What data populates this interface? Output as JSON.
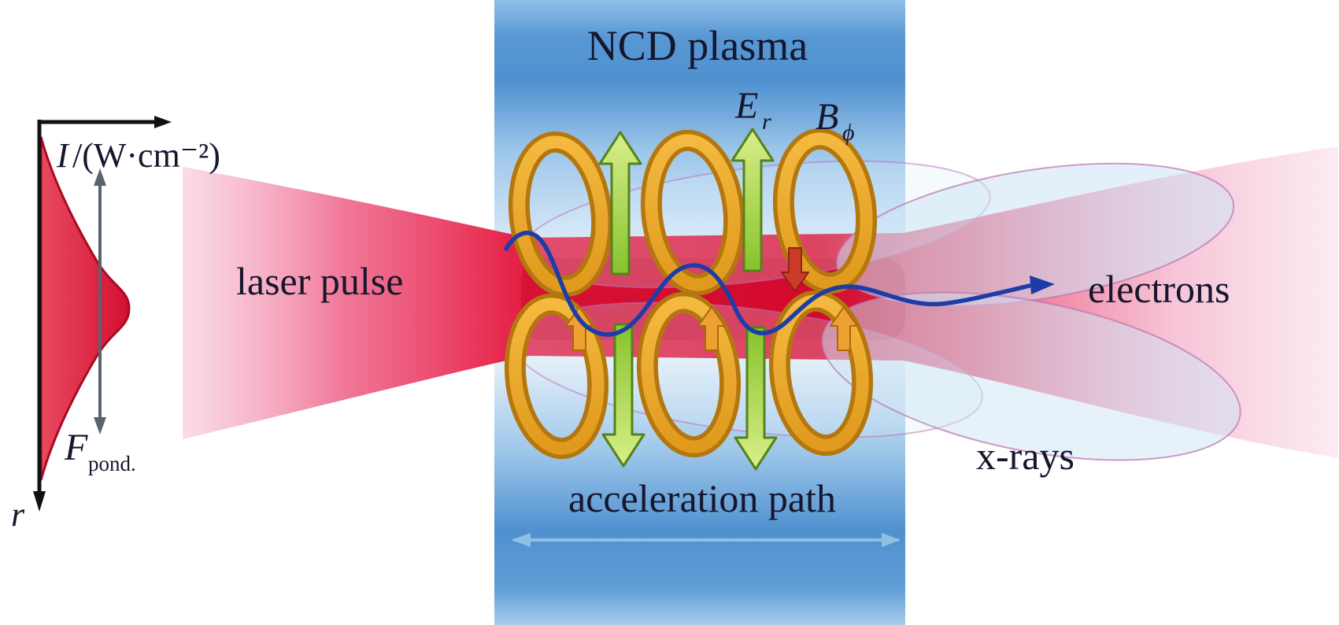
{
  "figure": {
    "description": "Schematic of direct laser acceleration in near-critical-density plasma with betatron x-ray emission"
  },
  "labels": {
    "ncd_plasma": "NCD plasma",
    "laser_pulse": "laser pulse",
    "acceleration_path": "acceleration path",
    "electrons": "electrons",
    "xrays": "x-rays",
    "intensity_var": "I",
    "intensity_units": "/(W·cm⁻²)",
    "force_base": "F",
    "force_sub": "pond.",
    "radius_axis": "r",
    "e_field_base": "E",
    "e_field_sub": "r",
    "b_field_base": "B",
    "b_field_sub": "ϕ"
  },
  "colors": {
    "plasma_blue": "#4f90cf",
    "laser_red": "#df0d31",
    "beam_pink": "#f2a0bd",
    "gaussian_red": "#d8123a",
    "ring_orange": "#e09a1d",
    "ring_orange_dark": "#b4770f",
    "field_arrow_green": "#8cc63e",
    "electron_blue": "#1c3da8",
    "xray_lobe_blue": "#cde3f4",
    "xray_outline_purple": "#b874b4",
    "er_arrow_red": "#cc3a2a",
    "accel_arrow_blue": "#8fc0e4",
    "force_arrow_gray": "#5a6470",
    "axis_black": "#111111",
    "text_dark": "#16162e"
  }
}
